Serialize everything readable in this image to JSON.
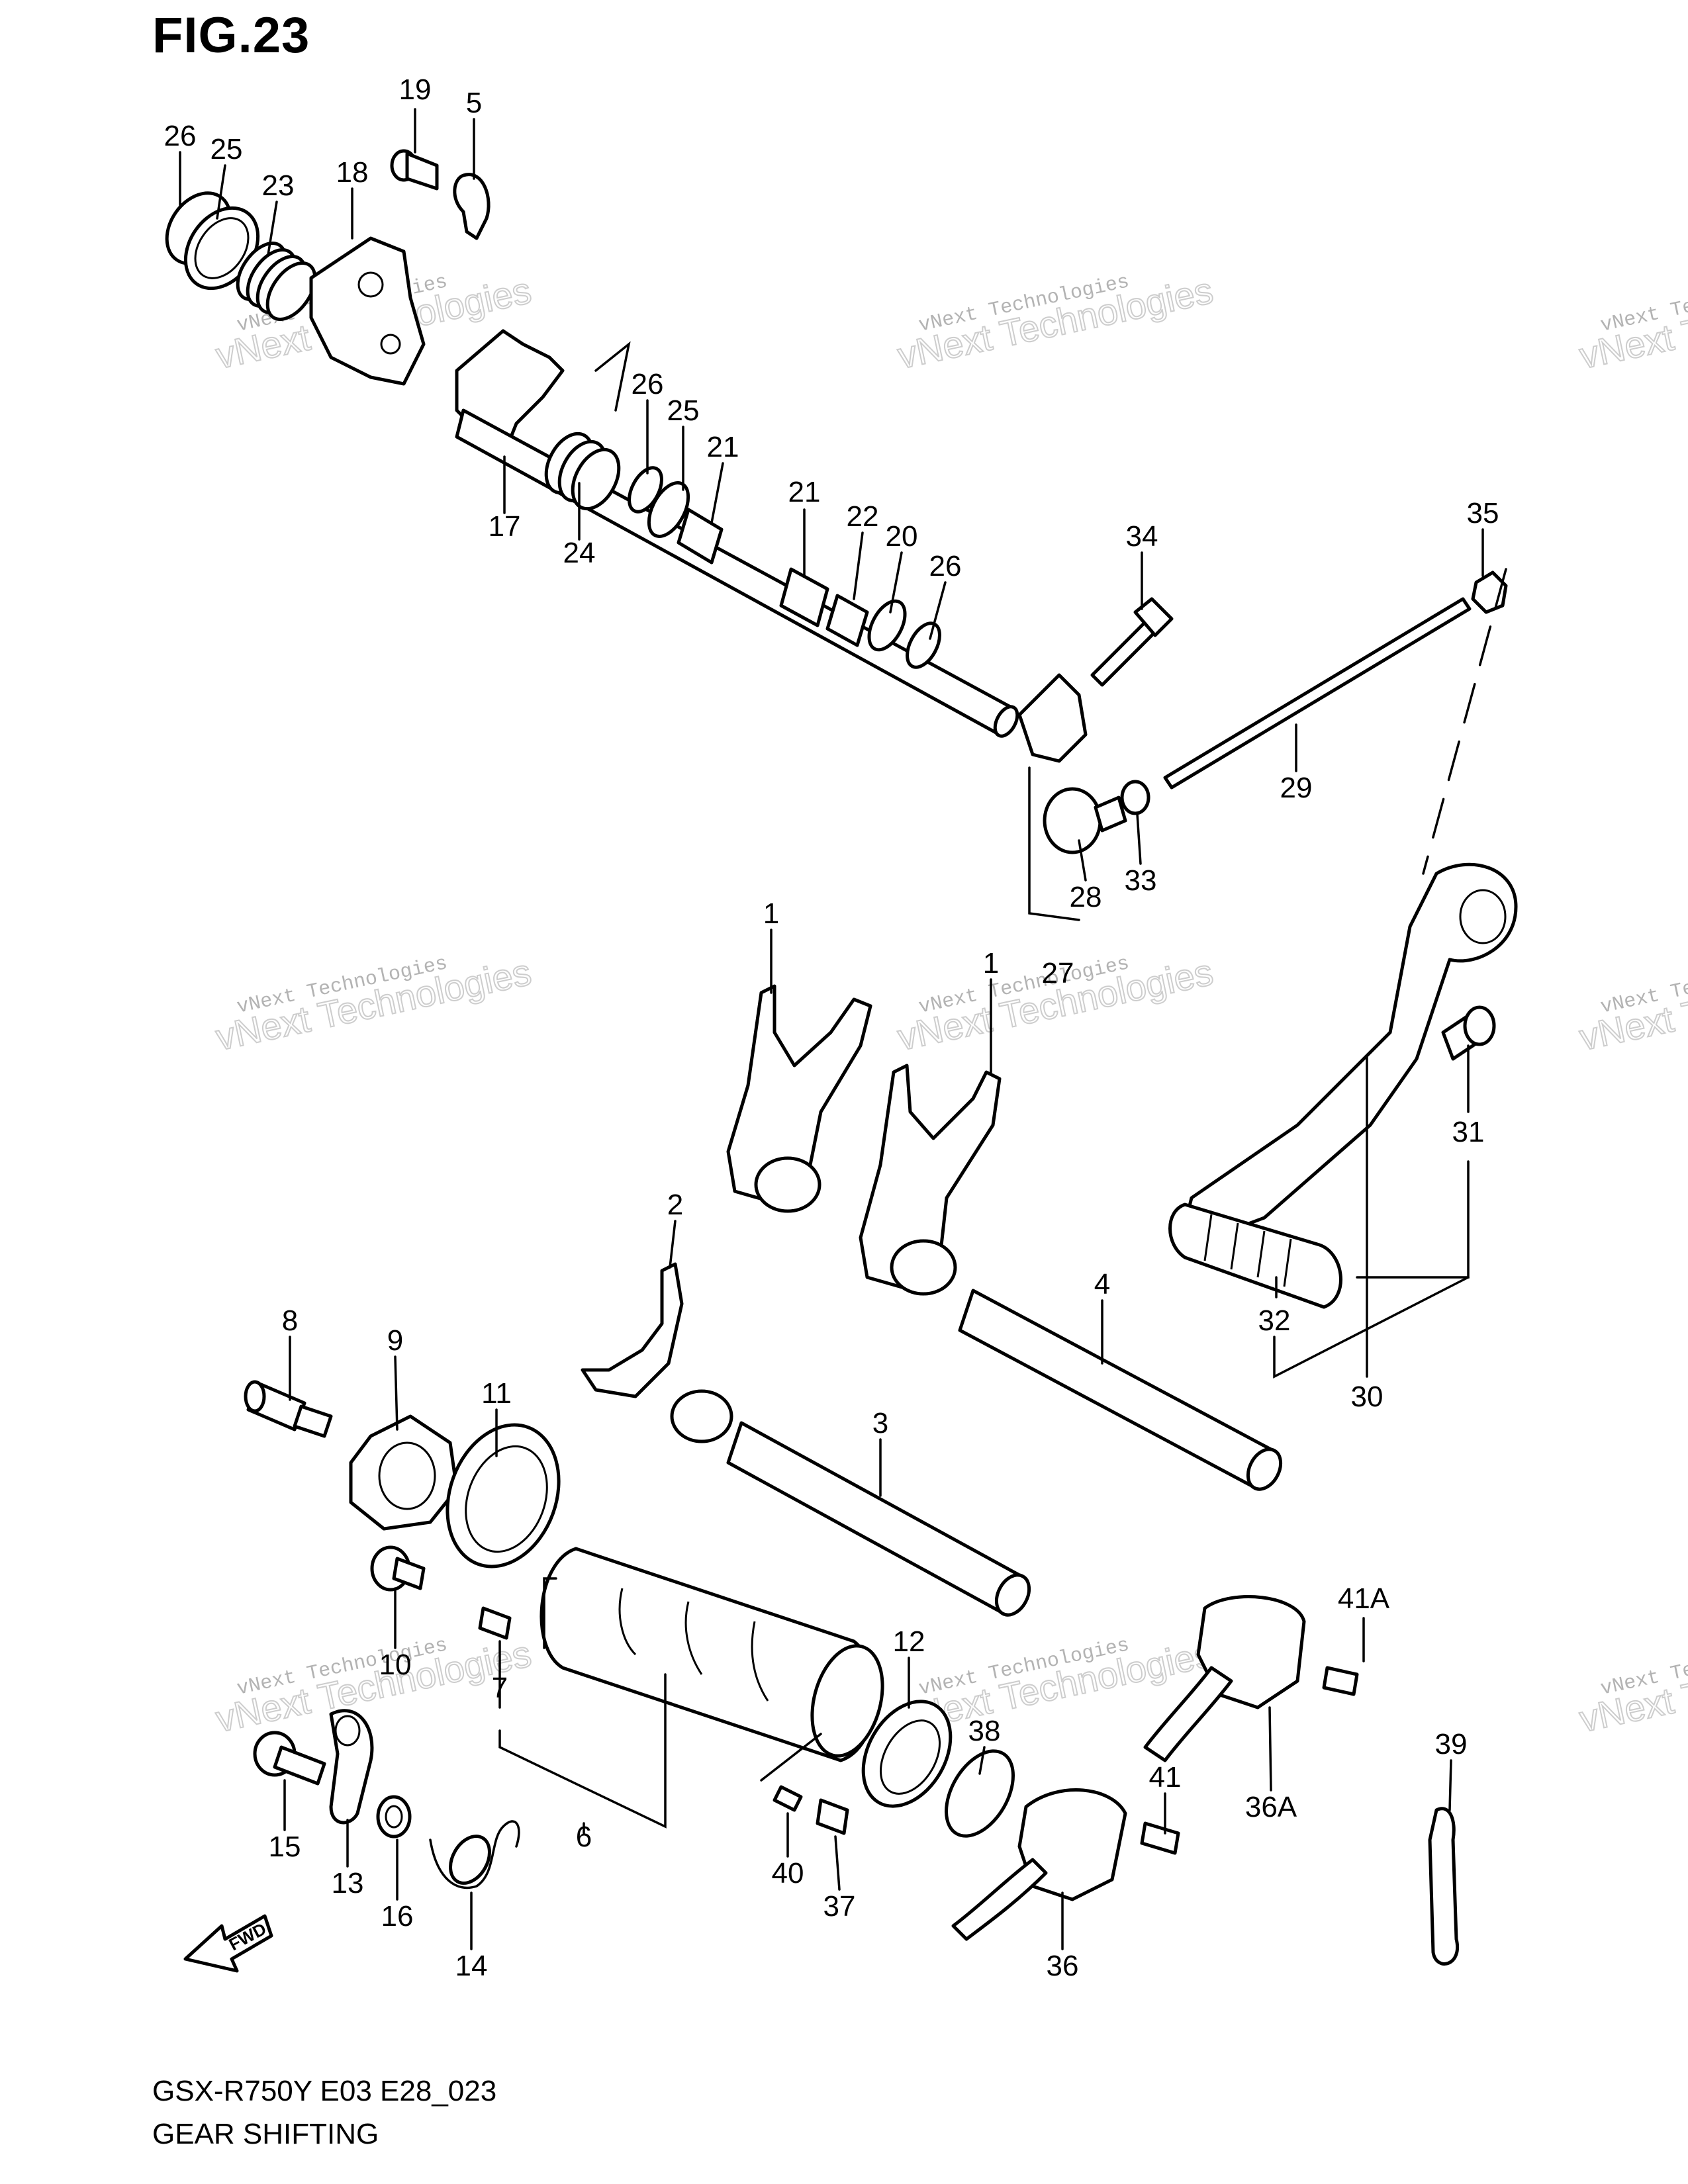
{
  "figure": {
    "title": "FIG.23"
  },
  "footer": {
    "code": "GSX-R750Y E03 E28_023",
    "name": "GEAR SHIFTING"
  },
  "watermark": {
    "line1": "vNext Technologies",
    "line2": "vNext Technologies"
  },
  "fwd_label": "FWD",
  "callouts": [
    "26",
    "25",
    "23",
    "18",
    "19",
    "5",
    "17",
    "24",
    "26",
    "25",
    "21",
    "21",
    "22",
    "20",
    "26",
    "34",
    "35",
    "29",
    "33",
    "28",
    "27",
    "1",
    "1",
    "2",
    "31",
    "30",
    "32",
    "4",
    "3",
    "8",
    "9",
    "11",
    "10",
    "7",
    "6",
    "12",
    "38",
    "41A",
    "36A",
    "39",
    "41",
    "15",
    "13",
    "16",
    "14",
    "40",
    "37",
    "36"
  ]
}
